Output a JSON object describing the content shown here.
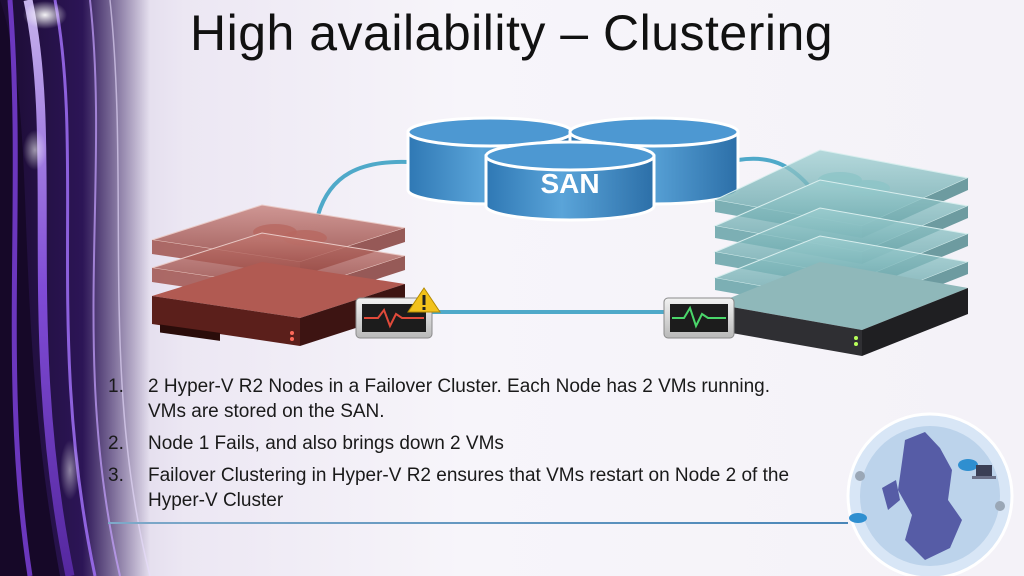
{
  "slide": {
    "title": "High availability – Clustering"
  },
  "diagram": {
    "san_label": "SAN",
    "colors": {
      "failed_node": "#a0403c",
      "healthy_node": "#6aa7ab",
      "san": "#3f8ac4",
      "link": "#4fa9c9",
      "warning": "#f2c21b"
    },
    "icons": [
      "warning-icon",
      "heartbeat-monitor-icon",
      "globe-icon",
      "cloud-icon",
      "person-icon",
      "laptop-icon"
    ]
  },
  "steps": [
    {
      "number": "1.",
      "text": "2 Hyper-V R2 Nodes in a Failover Cluster.  Each Node has 2 VMs running.  VMs are stored on the SAN."
    },
    {
      "number": "2.",
      "text": "Node 1 Fails, and also brings down 2 VMs"
    },
    {
      "number": "3.",
      "text": "Failover Clustering in Hyper-V R2 ensures that VMs restart on Node 2 of the Hyper-V Cluster"
    }
  ]
}
